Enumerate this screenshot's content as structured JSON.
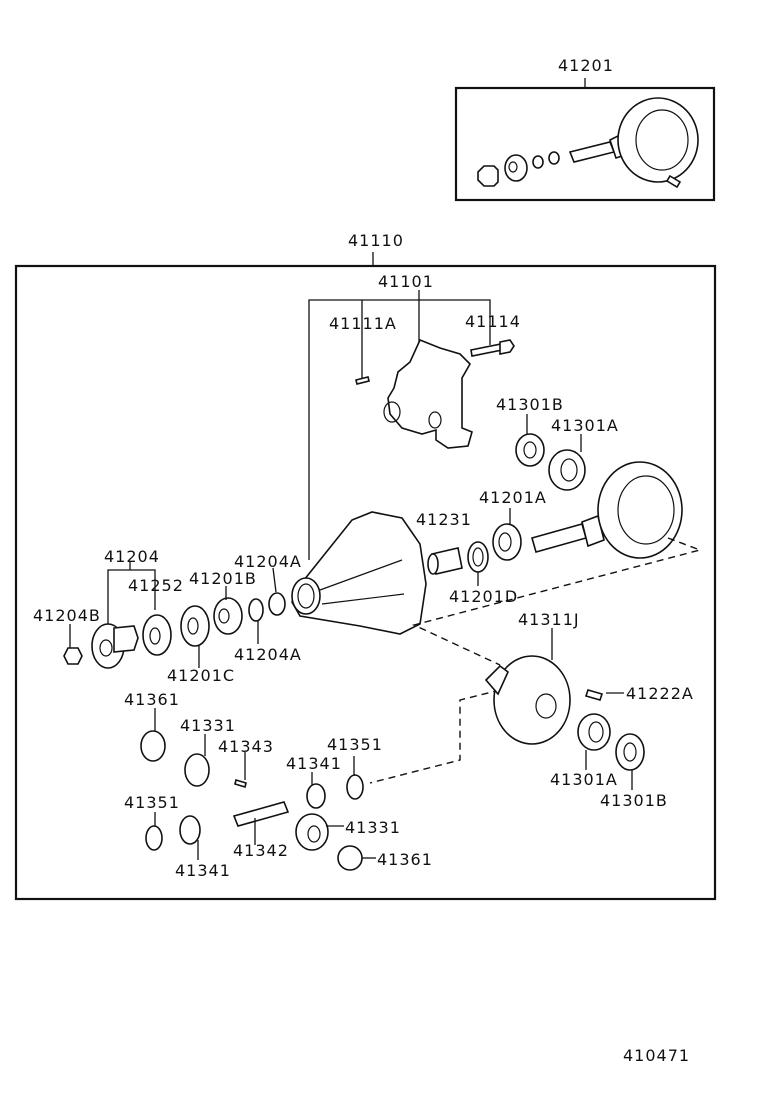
{
  "diagram": {
    "type": "exploded parts diagram",
    "subject": "differential carrier assembly",
    "figure_id": "410471",
    "assemblies": {
      "ring_pinion_kit": "41201",
      "carrier_assembly": "41110",
      "carrier_sub": "41101"
    },
    "labels": {
      "l41201_top": "41201",
      "l41110": "41110",
      "l41101": "41101",
      "l41111A": "41111A",
      "l41114": "41114",
      "l41301B_top": "41301B",
      "l41301A_top": "41301A",
      "l41201A": "41201A",
      "l41231": "41231",
      "l41201D": "41201D",
      "l41204": "41204",
      "l41252": "41252",
      "l41201B": "41201B",
      "l41204A_top": "41204A",
      "l41204B": "41204B",
      "l41201C": "41201C",
      "l41204A_bottom": "41204A",
      "l41311J": "41311J",
      "l41222A": "41222A",
      "l41301A_bottom": "41301A",
      "l41301B_bottom": "41301B",
      "l41361_top": "41361",
      "l41331_top": "41331",
      "l41343": "41343",
      "l41341_mid": "41341",
      "l41351_right": "41351",
      "l41351_left": "41351",
      "l41342": "41342",
      "l41331_bottom": "41331",
      "l41341_bottom": "41341",
      "l41361_bottom": "41361",
      "figure_number": "410471"
    }
  }
}
